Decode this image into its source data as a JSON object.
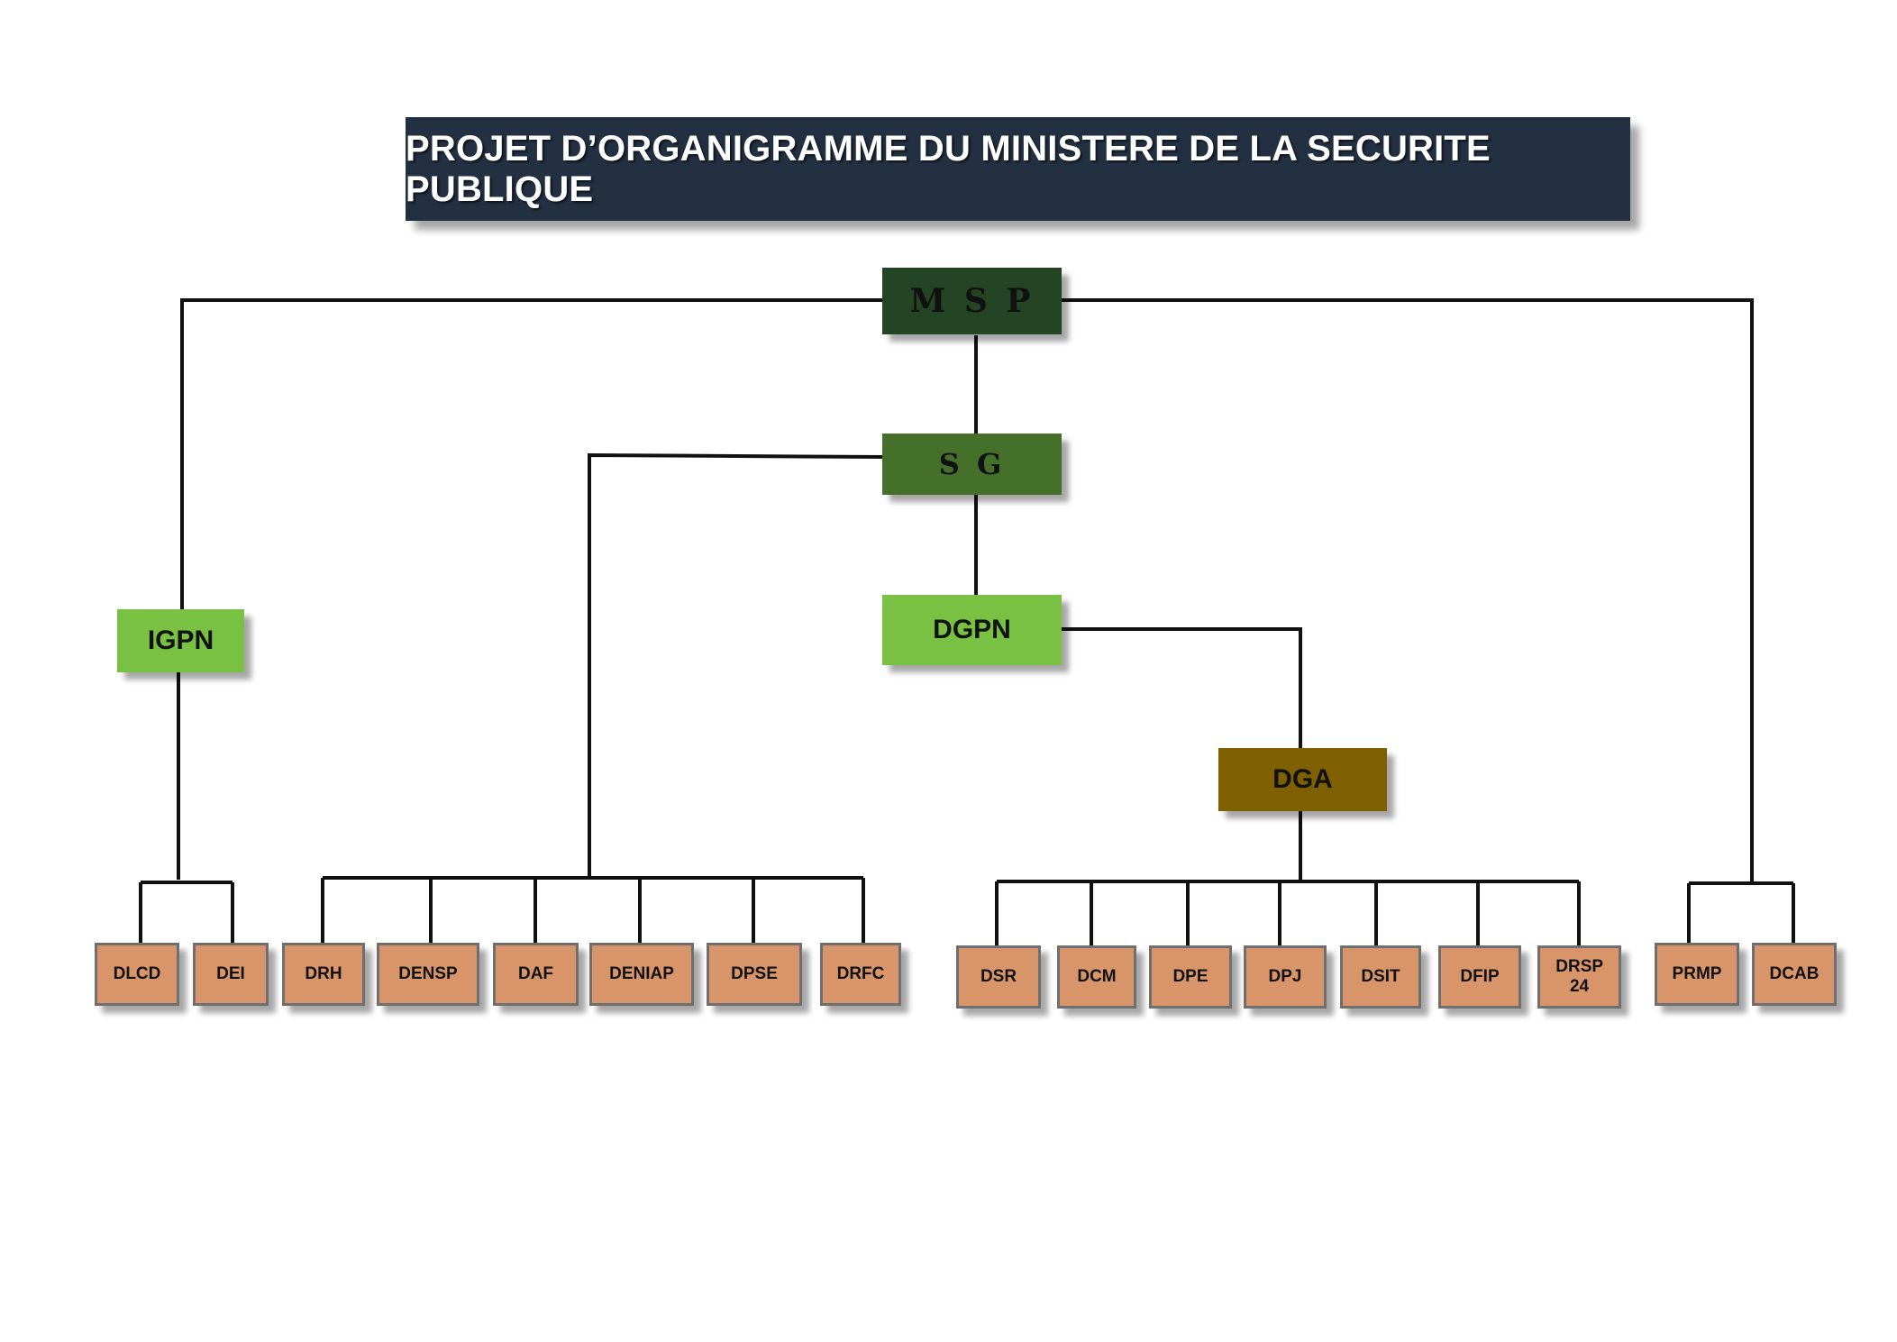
{
  "title": "PROJET D’ORGANIGRAMME DU MINISTERE DE LA SECURITE PUBLIQUE",
  "colors": {
    "title_bg": "#233042",
    "msp": "#244523",
    "sg": "#45702a",
    "igpn_dgpn": "#79c143",
    "dga": "#7f6000",
    "leaf": "#d9956a",
    "line": "#111111"
  },
  "nodes": {
    "msp": "M S P",
    "sg": "S G",
    "igpn": "IGPN",
    "dgpn": "DGPN",
    "dga": "DGA"
  },
  "leaves": {
    "igpn": [
      "DLCD",
      "DEI"
    ],
    "sg": [
      "DRH",
      "DENSP",
      "DAF",
      "DENIAP",
      "DPSE",
      "DRFC"
    ],
    "dga": [
      "DSR",
      "DCM",
      "DPE",
      "DPJ",
      "DSIT",
      "DFIP",
      "DRSP 24"
    ],
    "msp": [
      "PRMP",
      "DCAB"
    ]
  }
}
